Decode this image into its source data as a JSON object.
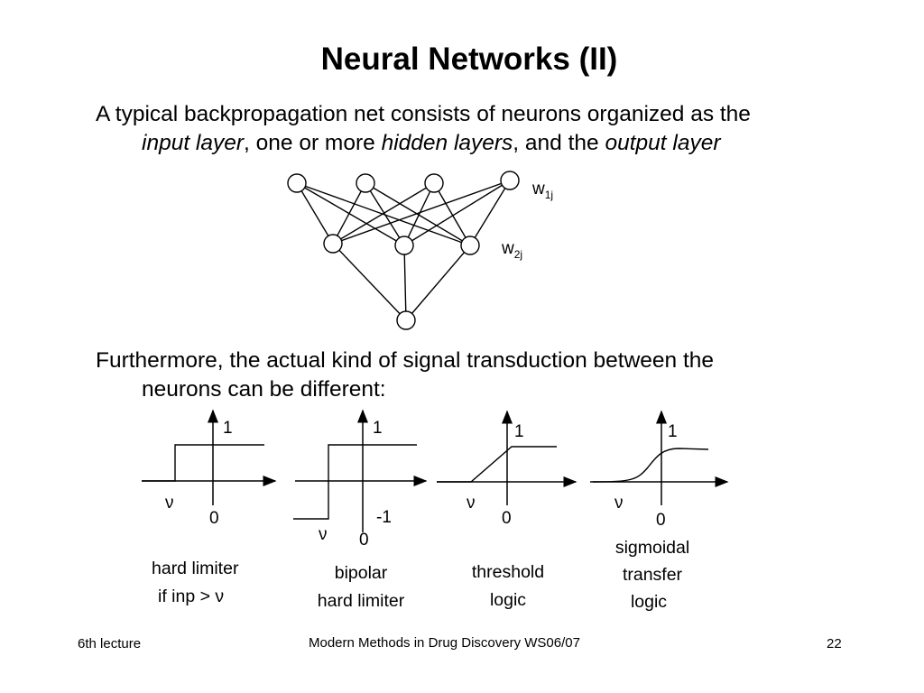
{
  "slide": {
    "title": "Neural Networks (II)",
    "intro_line1": "A typical backpropagation net consists of neurons organized as the",
    "intro_input_layer": "input layer",
    "intro_sep1": ", one or more ",
    "intro_hidden_layers": "hidden layers",
    "intro_sep2": ", and the ",
    "intro_output_layer": "output layer",
    "weight1_base": "w",
    "weight1_sub": "1j",
    "weight2_base": "w",
    "weight2_sub": "2j",
    "para2_line1": "Furthermore, the actual kind of signal transduction between the",
    "para2_line2": "neurons can be different:",
    "footer_left": "6th lecture",
    "footer_center": "Modern Methods in Drug Discovery WS06/07",
    "footer_right": "22"
  },
  "graphs": {
    "one": "1",
    "zero": "0",
    "minus_one": "-1",
    "nu": "ν",
    "hard_limiter": "hard limiter",
    "hard_limiter_if": "if  inp > ν",
    "bipolar_line1": "bipolar",
    "bipolar_line2": "hard limiter",
    "threshold_line1": "threshold",
    "threshold_line2": "logic",
    "sigmoid_line1": "sigmoidal",
    "sigmoid_line2": "transfer",
    "sigmoid_line3": "logic"
  }
}
